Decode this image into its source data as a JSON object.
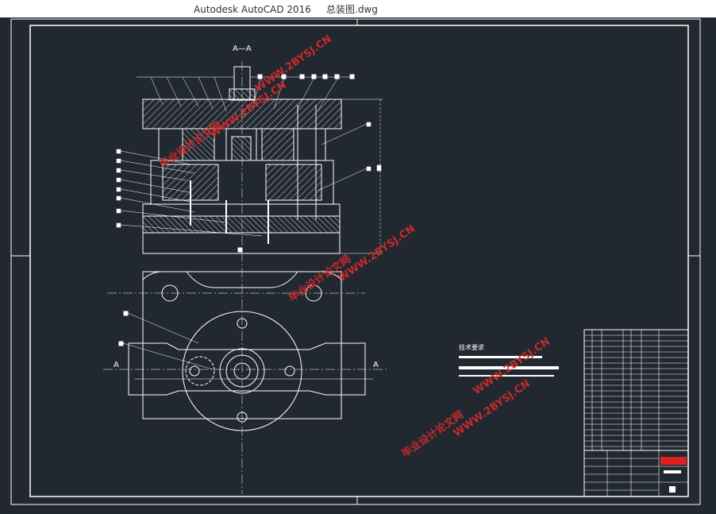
{
  "window": {
    "app_title": "Autodesk AutoCAD 2016",
    "file_name": "总装图.dwg"
  },
  "drawing": {
    "section_label": "A—A",
    "section_mark_left": "A",
    "section_mark_right": "A",
    "tech_req_title": "技术要求",
    "watermark_url": "WWW.2BYSJ.CN",
    "watermark_cn": "毕业设计论文网"
  },
  "colors": {
    "background": "#212830",
    "line": "#ffffff",
    "watermark": "#d62b2b",
    "title_block_red": "#e02020"
  }
}
